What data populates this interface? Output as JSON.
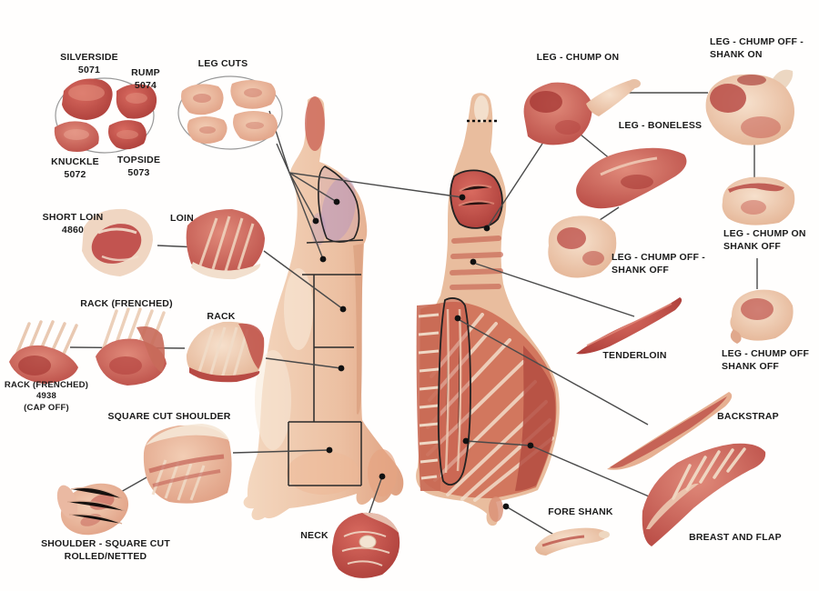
{
  "diagram": {
    "subject": "lamb-carcass-cuts-chart",
    "views": [
      "carcass-outside-view",
      "carcass-inside-view"
    ]
  },
  "labels": {
    "silverside": "SILVERSIDE\n5071",
    "rump": "RUMP\n5074",
    "knuckle": "KNUCKLE\n5072",
    "topside": "TOPSIDE\n5073",
    "leg_cuts": "LEG CUTS",
    "short_loin": "SHORT LOIN\n4860",
    "loin": "LOIN",
    "rack_frenched": "RACK (FRENCHED)",
    "rack": "RACK",
    "rack_frenched_cap_off": "RACK (FRENCHED)\n4938\n(CAP OFF)",
    "square_cut_shoulder": "SQUARE CUT SHOULDER",
    "shoulder_rolled": "SHOULDER - SQUARE CUT\nROLLED/NETTED",
    "neck": "NECK",
    "leg_chump_on": "LEG - CHUMP ON",
    "leg_chump_off_shank_on": "LEG - CHUMP OFF -\nSHANK ON",
    "leg_boneless": "LEG - BONELESS",
    "leg_chump_off_shank_off_a": "LEG - CHUMP OFF -\nSHANK OFF",
    "leg_chump_on_shank_off": "LEG - CHUMP ON\nSHANK OFF",
    "tenderloin": "TENDERLOIN",
    "leg_chump_off_shank_off_b": "LEG - CHUMP OFF\nSHANK OFF",
    "backstrap": "BACKSTRAP",
    "fore_shank": "FORE SHANK",
    "breast_and_flap": "BREAST AND FLAP"
  },
  "palette": {
    "background": "#fffefd",
    "meat_red": "#b5443f",
    "meat_dark_red": "#a83a36",
    "meat_pink": "#e8b79d",
    "fat_white": "#f4e4d2",
    "stamp_purple": "#b292bd",
    "label_color": "#1b1b1b",
    "connector_line": "#4a4a4a",
    "section_outline": "#222222"
  }
}
